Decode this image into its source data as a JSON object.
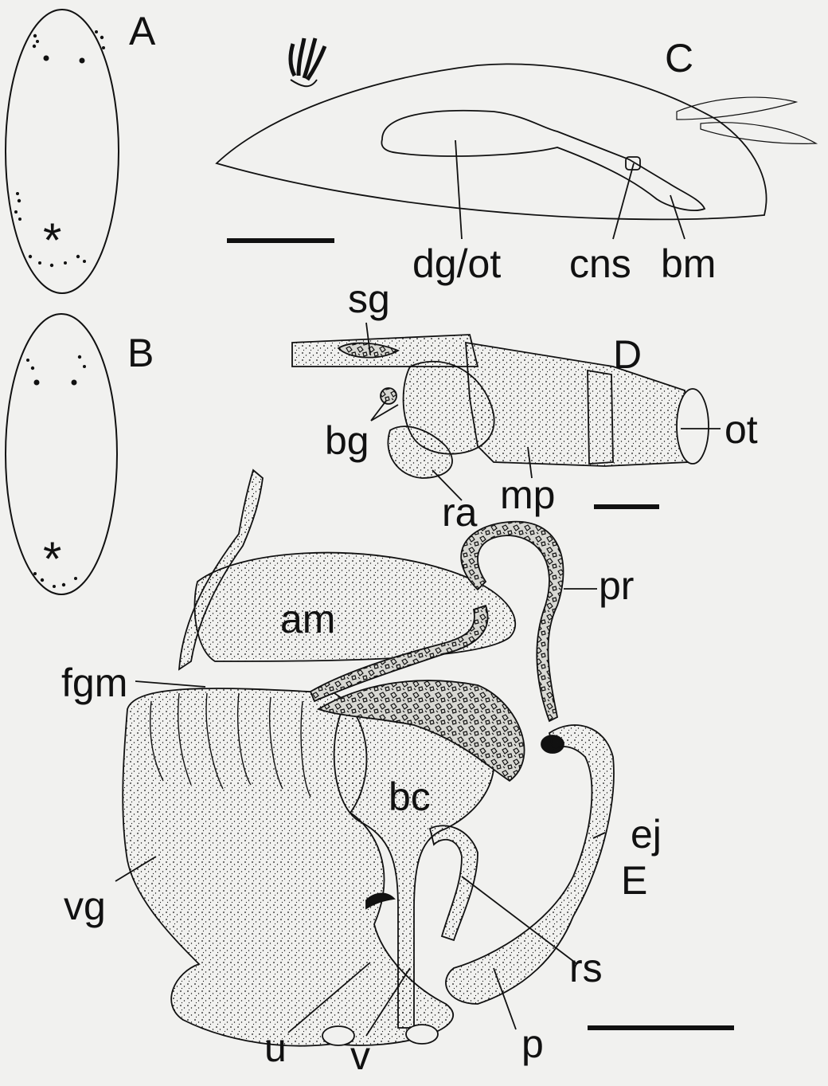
{
  "panels": {
    "A": "A",
    "B": "B",
    "C": "C",
    "D": "D",
    "E": "E"
  },
  "labels": {
    "dg_ot": "dg/ot",
    "cns": "cns",
    "bm": "bm",
    "sg": "sg",
    "bg": "bg",
    "ot": "ot",
    "ra": "ra",
    "mp": "mp",
    "pr": "pr",
    "am": "am",
    "fgm": "fgm",
    "bc": "bc",
    "ej": "ej",
    "vg": "vg",
    "rs": "rs",
    "u": "u",
    "v": "v",
    "p": "p"
  },
  "symbols": {
    "asterisk": "*"
  },
  "colors": {
    "ink": "#111111",
    "paper": "#f1f1ef",
    "stipple_fill": "#c9c9c4"
  }
}
